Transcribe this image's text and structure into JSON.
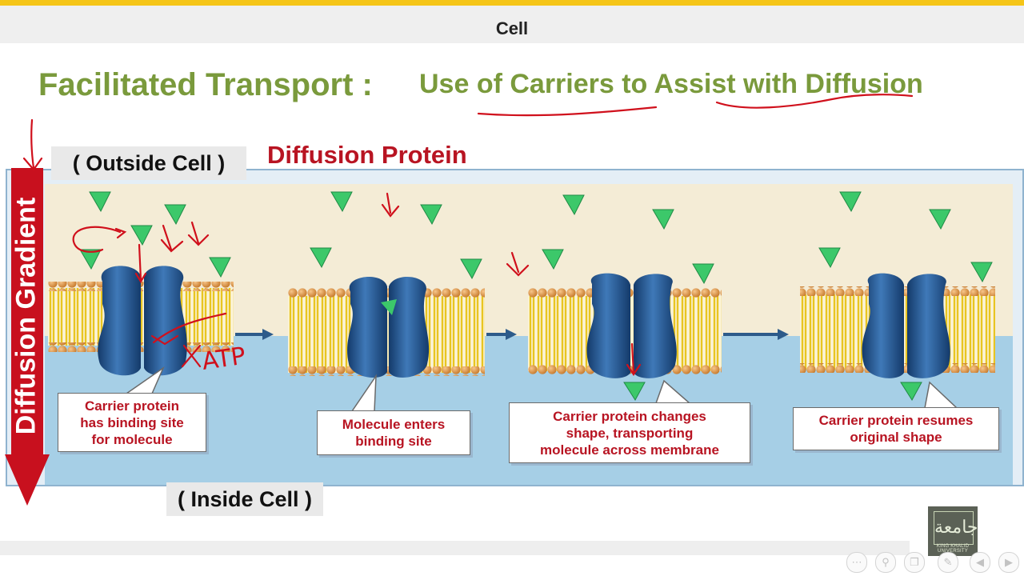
{
  "header": {
    "title": "Cell"
  },
  "slide": {
    "title": "Facilitated Transport :",
    "subtitle": "Use of Carriers to Assist with Diffusion",
    "outside_label": "( Outside Cell )",
    "inside_label": "( Inside Cell )",
    "annotation": "Diffusion Protein",
    "gradient_label": "Diffusion   Gradient",
    "handwritten": "ATP",
    "callouts": [
      {
        "line1": "Carrier protein",
        "line2": "has binding site",
        "line3": "for molecule"
      },
      {
        "line1": "Molecule enters",
        "line2": "binding site"
      },
      {
        "line1": "Carrier protein changes",
        "line2": "shape, transporting",
        "line3": "molecule across membrane"
      },
      {
        "line1": "Carrier protein resumes",
        "line2": "original shape"
      }
    ]
  },
  "logo": {
    "text": "KING KHALID UNIVERSITY",
    "glyph": "جامعة"
  },
  "colors": {
    "accent_bar": "#f5c518",
    "title_green": "#7a9a3c",
    "annotation_red": "#b81422",
    "gradient_red": "#c8101e",
    "extracellular": "#f4ecd6",
    "cytoplasm": "#a6cfe6",
    "protein_blue": "#1f4f87",
    "molecule_green": "#3cc86a"
  },
  "icons": [
    "menu-icon",
    "zoom-icon",
    "copy-icon",
    "pen-icon",
    "back-icon",
    "forward-icon"
  ]
}
